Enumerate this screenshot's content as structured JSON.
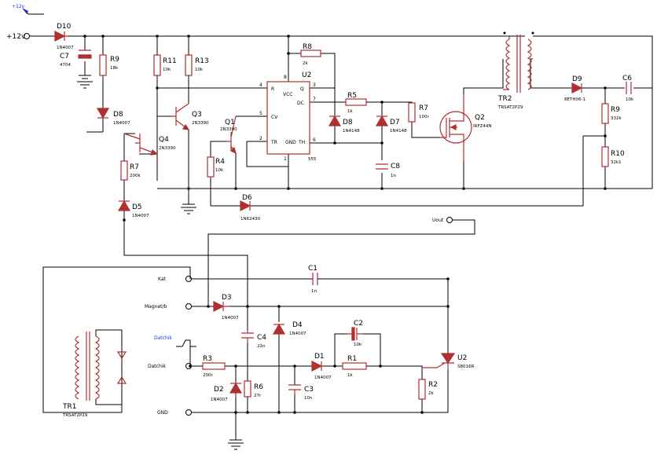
{
  "components": {
    "D10": {
      "ref": "D10",
      "value": "1N4007"
    },
    "C7": {
      "ref": "C7",
      "value": "4704"
    },
    "R9a": {
      "ref": "R9",
      "value": "18k"
    },
    "R11": {
      "ref": "R11",
      "value": "10k"
    },
    "R13": {
      "ref": "R13",
      "value": "10k"
    },
    "R8": {
      "ref": "R8",
      "value": "2k"
    },
    "U2a": {
      "ref": "U2",
      "value": "555"
    },
    "R5": {
      "ref": "R5",
      "value": "1k"
    },
    "R7b": {
      "ref": "R7",
      "value": "100r"
    },
    "Q2": {
      "ref": "Q2",
      "value": "IRFZ44N"
    },
    "TR2": {
      "ref": "TR2",
      "value": "TRSAT2P29"
    },
    "D9": {
      "ref": "D9",
      "value": "8ETH06-1"
    },
    "C6": {
      "ref": "C6",
      "value": "10k"
    },
    "R9b": {
      "ref": "R9",
      "value": "332k"
    },
    "R10": {
      "ref": "R10",
      "value": "32k1"
    },
    "D8a": {
      "ref": "D8",
      "value": "1N4007"
    },
    "Q3": {
      "ref": "Q3",
      "value": "2N3390"
    },
    "Q4": {
      "ref": "Q4",
      "value": "2N3390"
    },
    "Q1": {
      "ref": "Q1",
      "value": "2N3390"
    },
    "R7a": {
      "ref": "R7",
      "value": "200k"
    },
    "R4": {
      "ref": "R4",
      "value": "10k"
    },
    "D8b": {
      "ref": "D8",
      "value": "1N4148"
    },
    "D7": {
      "ref": "D7",
      "value": "1N4148"
    },
    "C8": {
      "ref": "C8",
      "value": "1n"
    },
    "D6": {
      "ref": "D6",
      "value": "1N62430"
    },
    "D5": {
      "ref": "D5",
      "value": "1N4007"
    },
    "C1": {
      "ref": "C1",
      "value": "1n"
    },
    "D3": {
      "ref": "D3",
      "value": "1N4007"
    },
    "C4": {
      "ref": "C4",
      "value": "22n"
    },
    "D4": {
      "ref": "D4",
      "value": "1N4007"
    },
    "C2": {
      "ref": "C2",
      "value": "10k"
    },
    "R3": {
      "ref": "R3",
      "value": "200r"
    },
    "D1": {
      "ref": "D1",
      "value": "1N4007"
    },
    "R1": {
      "ref": "R1",
      "value": "1k"
    },
    "U2b": {
      "ref": "U2",
      "value": "S8016R"
    },
    "D2": {
      "ref": "D2",
      "value": "1N4007"
    },
    "R6": {
      "ref": "R6",
      "value": "27r"
    },
    "C3": {
      "ref": "C3",
      "value": "10n"
    },
    "R2": {
      "ref": "R2",
      "value": "2k"
    },
    "TR1": {
      "ref": "TR1",
      "value": "TRSAT2P29"
    }
  },
  "ic_pins": {
    "r": "R",
    "vcc": "VCC",
    "q": "Q",
    "cv": "CV",
    "dc": "DC",
    "tr": "TR",
    "gnd": "GND",
    "th": "TH",
    "n4": "4",
    "n8": "8",
    "n3": "3",
    "n5": "5",
    "n7": "7",
    "n2": "2",
    "n6": "6",
    "n1": "1"
  },
  "ports": {
    "v12": "+12v",
    "v12_probe": "+12v",
    "uout": "Uout",
    "kat": "Kat",
    "magnet": "Magnet/b",
    "datchik": "Datchik",
    "datchik_probe": "Datchik",
    "gnd": "GND"
  }
}
